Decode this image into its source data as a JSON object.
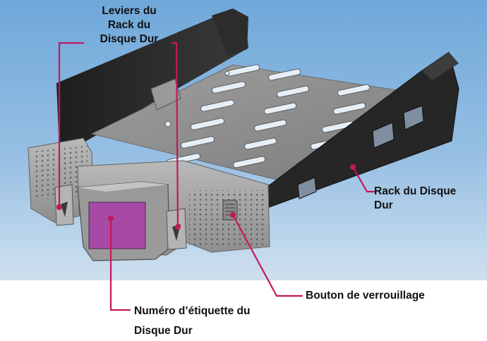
{
  "callouts": {
    "levers": {
      "line1": "Leviers du",
      "line2": "Rack du",
      "line3": "Disque Dur"
    },
    "rack": {
      "line1": "Rack du Disque",
      "line2": "Dur"
    },
    "lock_button": {
      "text": "Bouton de verrouillage"
    },
    "label_number": {
      "line1": "Numéro d’étiquette du",
      "line2": "Disque Dur"
    }
  },
  "colors": {
    "background_top": "#6fa8da",
    "background_bottom": "#c9dced",
    "tray_metal": "#8c8c8c",
    "tray_front": "#a3a3a3",
    "rails": "#2a2a2a",
    "label_swatch": "#a64aa6",
    "leader_lines": "#c2185b"
  }
}
